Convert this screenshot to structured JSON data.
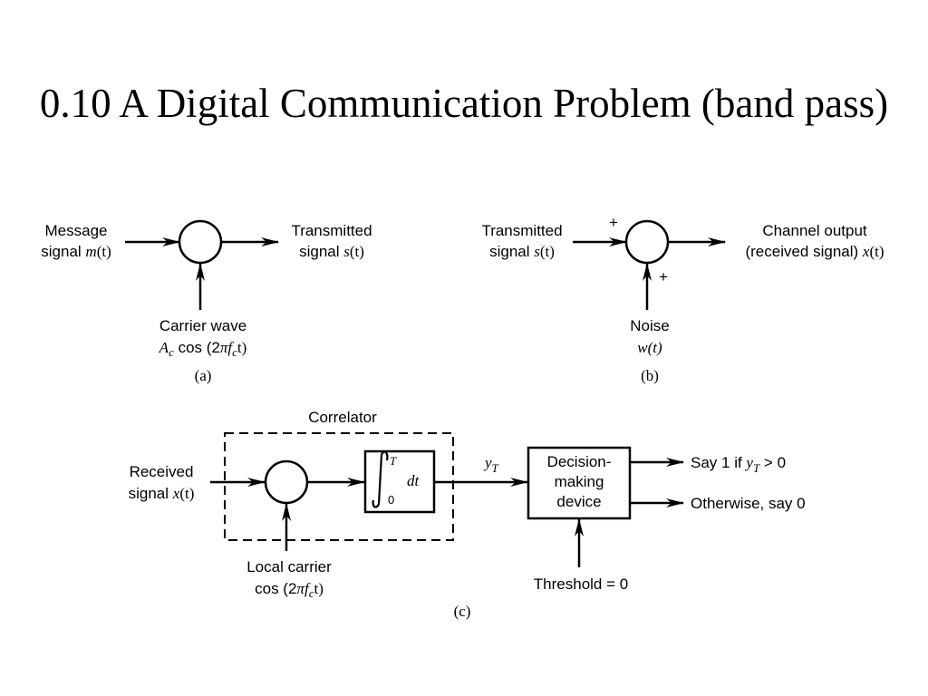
{
  "title": "0.10 A Digital Communication Problem (band pass)",
  "diagram_a": {
    "input_line1": "Message",
    "input_line2_prefix": "signal ",
    "input_line2_var": "m",
    "input_line2_arg": "(t)",
    "output_line1": "Transmitted",
    "output_line2_prefix": "signal ",
    "output_line2_var": "s",
    "output_line2_arg": "(t)",
    "carrier_line1": "Carrier wave",
    "carrier_A": "A",
    "carrier_sub": "c",
    "carrier_cos": " cos (2",
    "carrier_pi": "π",
    "carrier_f": "f",
    "carrier_fsub": "c",
    "carrier_t": "t)",
    "caption": "(a)"
  },
  "diagram_b": {
    "input_line1": "Transmitted",
    "input_line2_prefix": "signal ",
    "input_line2_var": "s",
    "input_line2_arg": "(t)",
    "plus_top": "+",
    "plus_bottom": "+",
    "output_line1": "Channel output",
    "output_line2_prefix": "(received signal) ",
    "output_line2_var": "x",
    "output_line2_arg": "(t)",
    "noise_line1": "Noise",
    "noise_line2": "w(t)",
    "caption": "(b)"
  },
  "diagram_c": {
    "correlator_label": "Correlator",
    "input_line1": "Received",
    "input_line2_prefix": "signal ",
    "input_line2_var": "x",
    "input_line2_arg": "(t)",
    "integral_upper": "T",
    "integral_lower": "0",
    "integral_dt": "dt",
    "yT_y": "y",
    "yT_sub": "T",
    "decision_line1": "Decision-",
    "decision_line2": "making",
    "decision_line3": "device",
    "out1_prefix": "Say 1 if ",
    "out1_y": "y",
    "out1_sub": "T",
    "out1_suffix": " > 0",
    "out2": "Otherwise, say 0",
    "local_line1": "Local carrier",
    "local_cos": "cos (2",
    "local_pi": "π",
    "local_f": "f",
    "local_fsub": "c",
    "local_t": "t)",
    "threshold": "Threshold = 0",
    "caption": "(c)"
  }
}
